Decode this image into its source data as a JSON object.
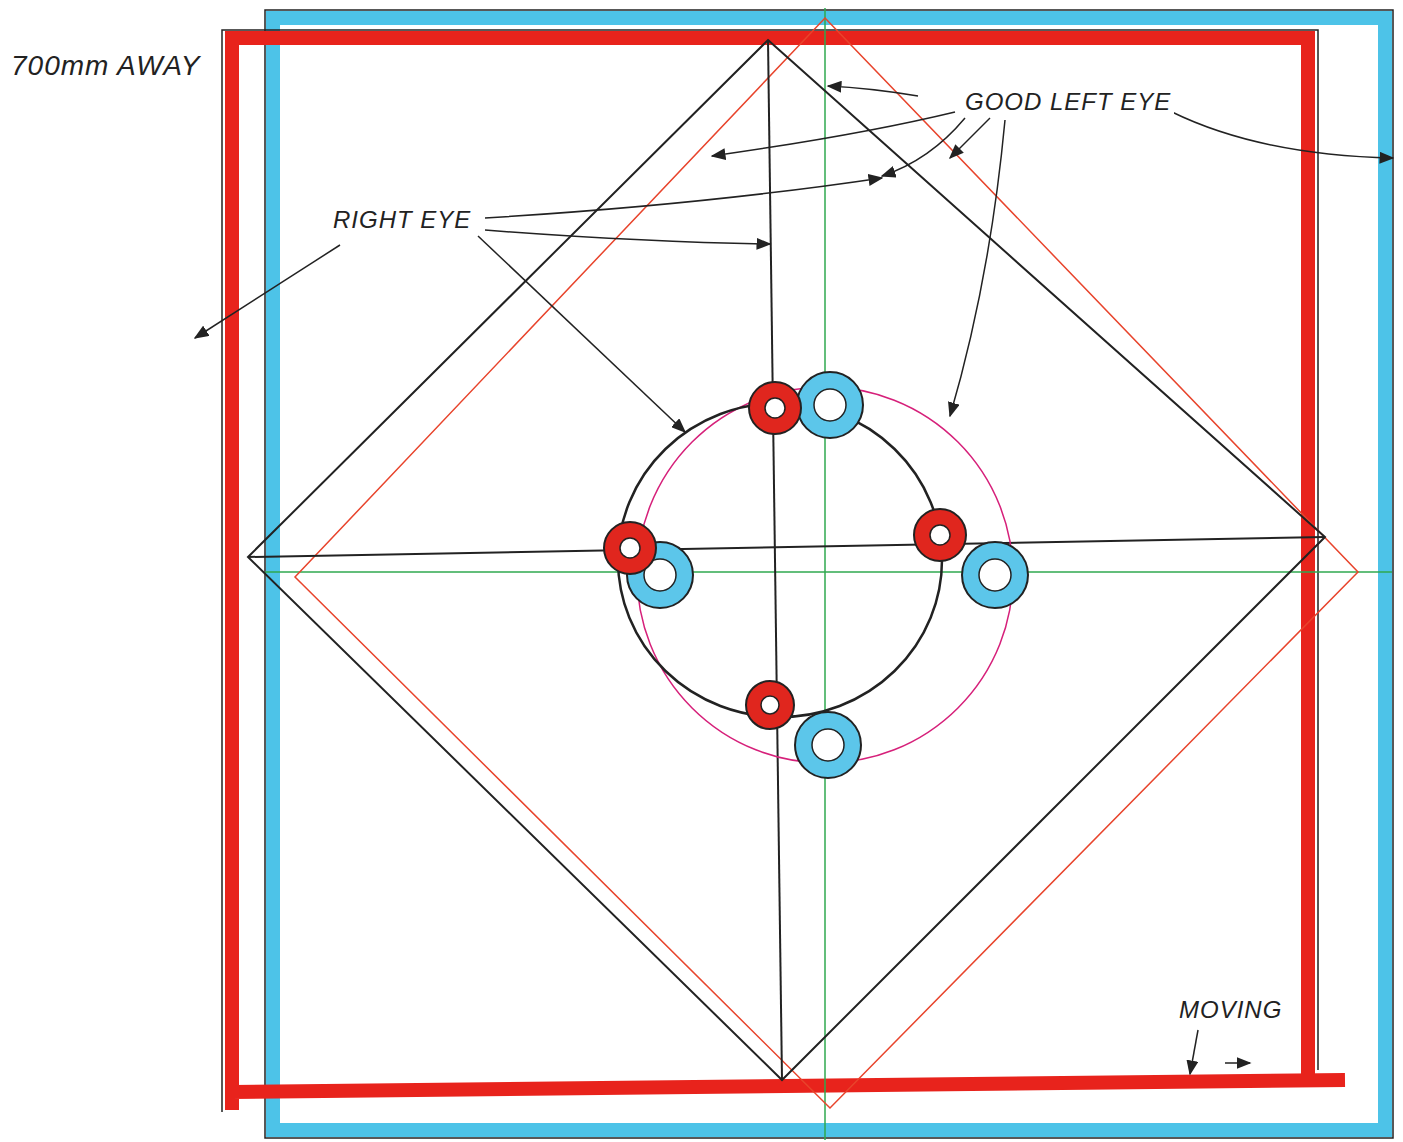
{
  "diagram": {
    "labels": [
      "700mm AWAY",
      "GOOD LEFT EYE",
      "RIGHT EYE",
      "MOVING"
    ]
  }
}
